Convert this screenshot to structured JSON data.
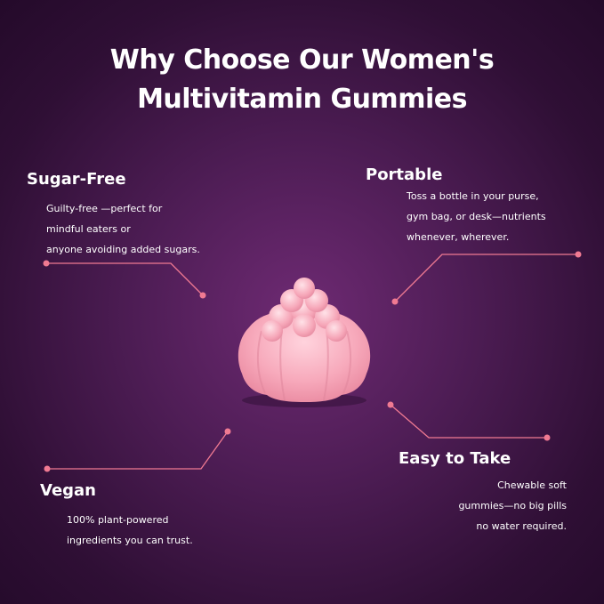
{
  "title": {
    "line1": "Why Choose Our Women's",
    "line2": "Multivitamin Gummies"
  },
  "features": {
    "sugar_free": {
      "heading": "Sugar-Free",
      "lines": [
        "Guilty-free —perfect for",
        "mindful eaters or",
        "anyone avoiding added sugars."
      ]
    },
    "portable": {
      "heading": "Portable",
      "lines": [
        "Toss a bottle in your purse,",
        "gym bag, or desk—nutrients",
        "whenever, wherever."
      ]
    },
    "vegan": {
      "heading": "Vegan",
      "lines": [
        "100% plant-powered",
        "ingredients you can trust."
      ]
    },
    "easy_to_take": {
      "heading": "Easy to Take",
      "lines": [
        "Chewable soft",
        "gummies—no big pills",
        "no water required."
      ]
    }
  },
  "colors": {
    "accent_line": "#f07a92",
    "gummy_pink": "#f7a9bb",
    "background": "#4e1d55"
  },
  "image": {
    "gummy_icon": "pink-raspberry-gummy"
  }
}
